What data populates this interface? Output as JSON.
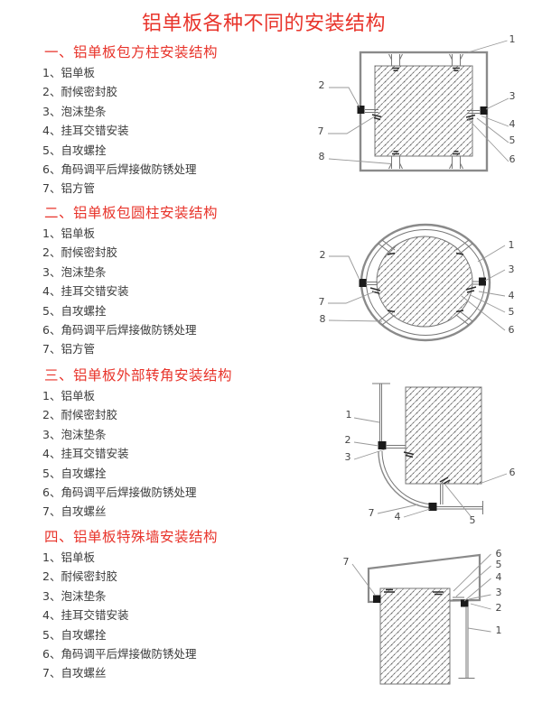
{
  "page": {
    "title": "铝单板各种不同的安装结构",
    "accent_color": "#e8342b",
    "text_color": "#3b3b3b"
  },
  "sections": [
    {
      "heading": "一、铝单板包方柱安装结构",
      "items": [
        "1、铝单板",
        "2、耐候密封胶",
        "3、泡沫垫条",
        "4、挂耳交错安装",
        "5、自攻螺拴",
        "6、角码调平后焊接做防锈处理",
        "7、铝方管"
      ],
      "diagram": "square-column-cross-section",
      "callouts": [
        "1",
        "2",
        "3",
        "4",
        "5",
        "6",
        "7",
        "8"
      ]
    },
    {
      "heading": "二、铝单板包圆柱安装结构",
      "items": [
        "1、铝单板",
        "2、耐候密封胶",
        "3、泡沫垫条",
        "4、挂耳交错安装",
        "5、自攻螺拴",
        "6、角码调平后焊接做防锈处理",
        "7、铝方管"
      ],
      "diagram": "round-column-cross-section",
      "callouts": [
        "1",
        "2",
        "3",
        "4",
        "5",
        "6",
        "7",
        "8"
      ]
    },
    {
      "heading": "三、铝单板外部转角安装结构",
      "items": [
        "1、铝单板",
        "2、耐候密封胶",
        "3、泡沫垫条",
        "4、挂耳交错安装",
        "5、自攻螺拴",
        "6、角码调平后焊接做防锈处理",
        "7、自攻螺丝"
      ],
      "diagram": "external-corner-section",
      "callouts": [
        "1",
        "2",
        "3",
        "4",
        "5",
        "6",
        "7"
      ]
    },
    {
      "heading": "四、铝单板特殊墙安装结构",
      "items": [
        "1、铝单板",
        "2、耐候密封胶",
        "3、泡沫垫条",
        "4、挂耳交错安装",
        "5、自攻螺拴",
        "6、角码调平后焊接做防锈处理",
        "7、自攻螺丝"
      ],
      "diagram": "special-wall-section",
      "callouts": [
        "1",
        "2",
        "3",
        "4",
        "5",
        "6",
        "7"
      ]
    }
  ]
}
